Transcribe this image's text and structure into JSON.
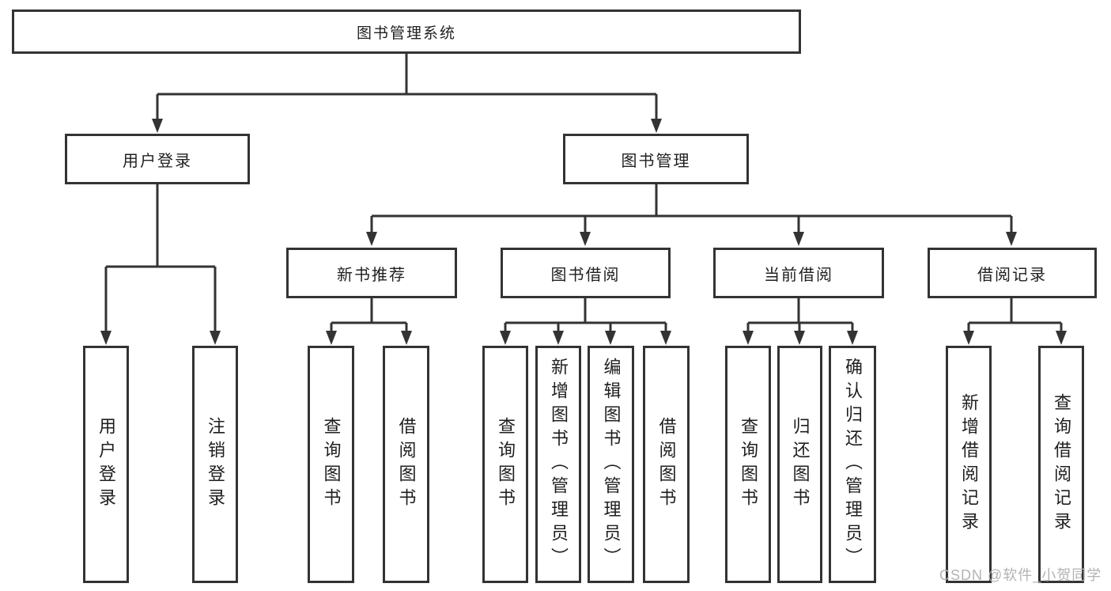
{
  "diagram": {
    "root": {
      "label": "图书管理系统",
      "children": [
        {
          "label": "用户登录",
          "children": [
            {
              "label": "用户登录"
            },
            {
              "label": "注销登录"
            }
          ]
        },
        {
          "label": "图书管理",
          "children": [
            {
              "label": "新书推荐",
              "children": [
                {
                  "label": "查询图书"
                },
                {
                  "label": "借阅图书"
                }
              ]
            },
            {
              "label": "图书借阅",
              "children": [
                {
                  "label": "查询图书"
                },
                {
                  "label": "新增图书（管理员）"
                },
                {
                  "label": "编辑图书（管理员）"
                },
                {
                  "label": "借阅图书"
                }
              ]
            },
            {
              "label": "当前借阅",
              "children": [
                {
                  "label": "查询图书"
                },
                {
                  "label": "归还图书"
                },
                {
                  "label": "确认归还（管理员）"
                }
              ]
            },
            {
              "label": "借阅记录",
              "children": [
                {
                  "label": "新增借阅记录"
                },
                {
                  "label": "查询借阅记录"
                }
              ]
            }
          ]
        }
      ]
    }
  },
  "watermark": {
    "text": "CSDN @软件_小贺同学"
  },
  "colors": {
    "line": "#333333",
    "text": "#1f1f1f",
    "watermark": "#b3b3b3",
    "background": "#ffffff"
  }
}
